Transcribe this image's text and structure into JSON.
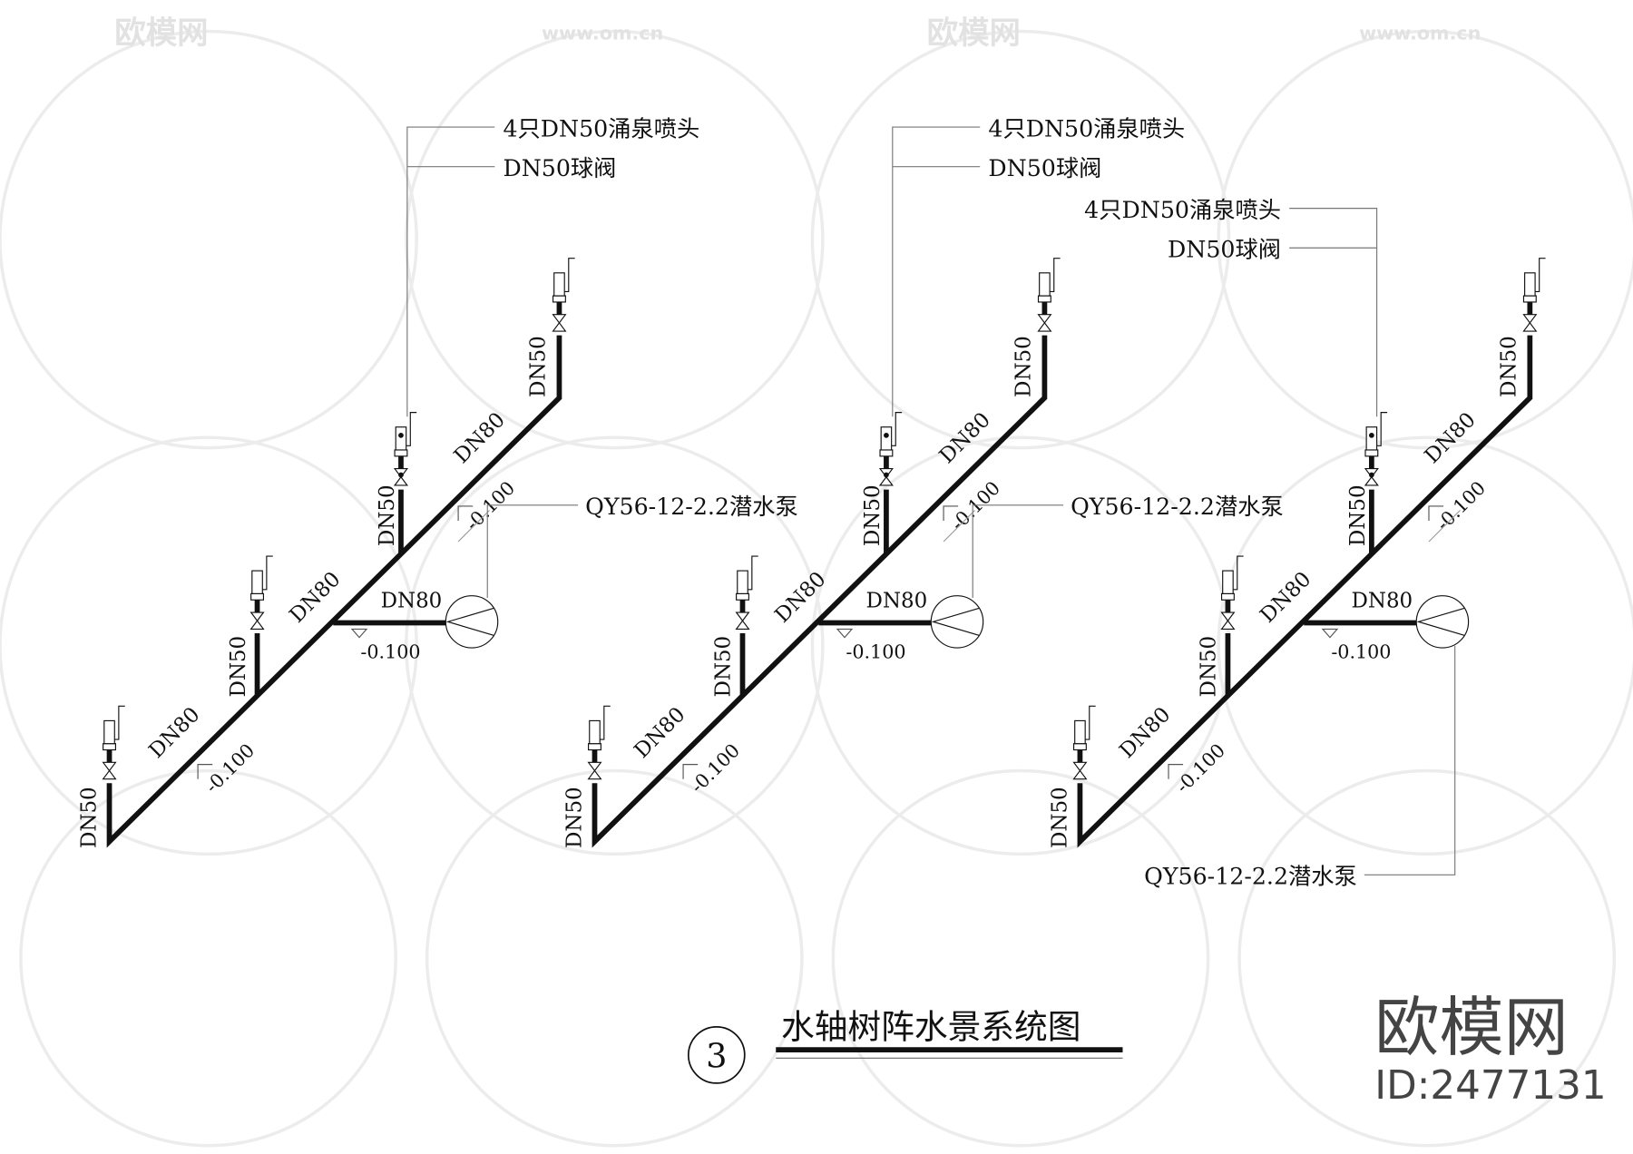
{
  "diagrams": [
    {
      "branch_pipe": "DN50",
      "main_pipe": "DN80",
      "pump_pipe": "DN80",
      "elevation": "-0.100",
      "nozzle_label": "4只DN50涌泉喷头",
      "valve_label": "DN50球阀",
      "pump_label": "QY56-12-2.2潜水泵"
    },
    {
      "branch_pipe": "DN50",
      "main_pipe": "DN80",
      "pump_pipe": "DN80",
      "elevation": "-0.100",
      "nozzle_label": "4只DN50涌泉喷头",
      "valve_label": "DN50球阀",
      "pump_label": "QY56-12-2.2潜水泵"
    },
    {
      "branch_pipe": "DN50",
      "main_pipe": "DN80",
      "pump_pipe": "DN80",
      "elevation": "-0.100",
      "nozzle_label": "4只DN50涌泉喷头",
      "valve_label": "DN50球阀",
      "pump_label": "QY56-12-2.2潜水泵"
    }
  ],
  "title": {
    "number": "3",
    "text": "水轴树阵水景系统图"
  },
  "logo": {
    "text": "欧模网",
    "id": "ID:2477131"
  },
  "watermark": {
    "brand": "欧模网",
    "url": "www.om.cn"
  },
  "colors": {
    "line": "#111111",
    "watermark": "#e2e2e2",
    "logo": "#444444"
  }
}
